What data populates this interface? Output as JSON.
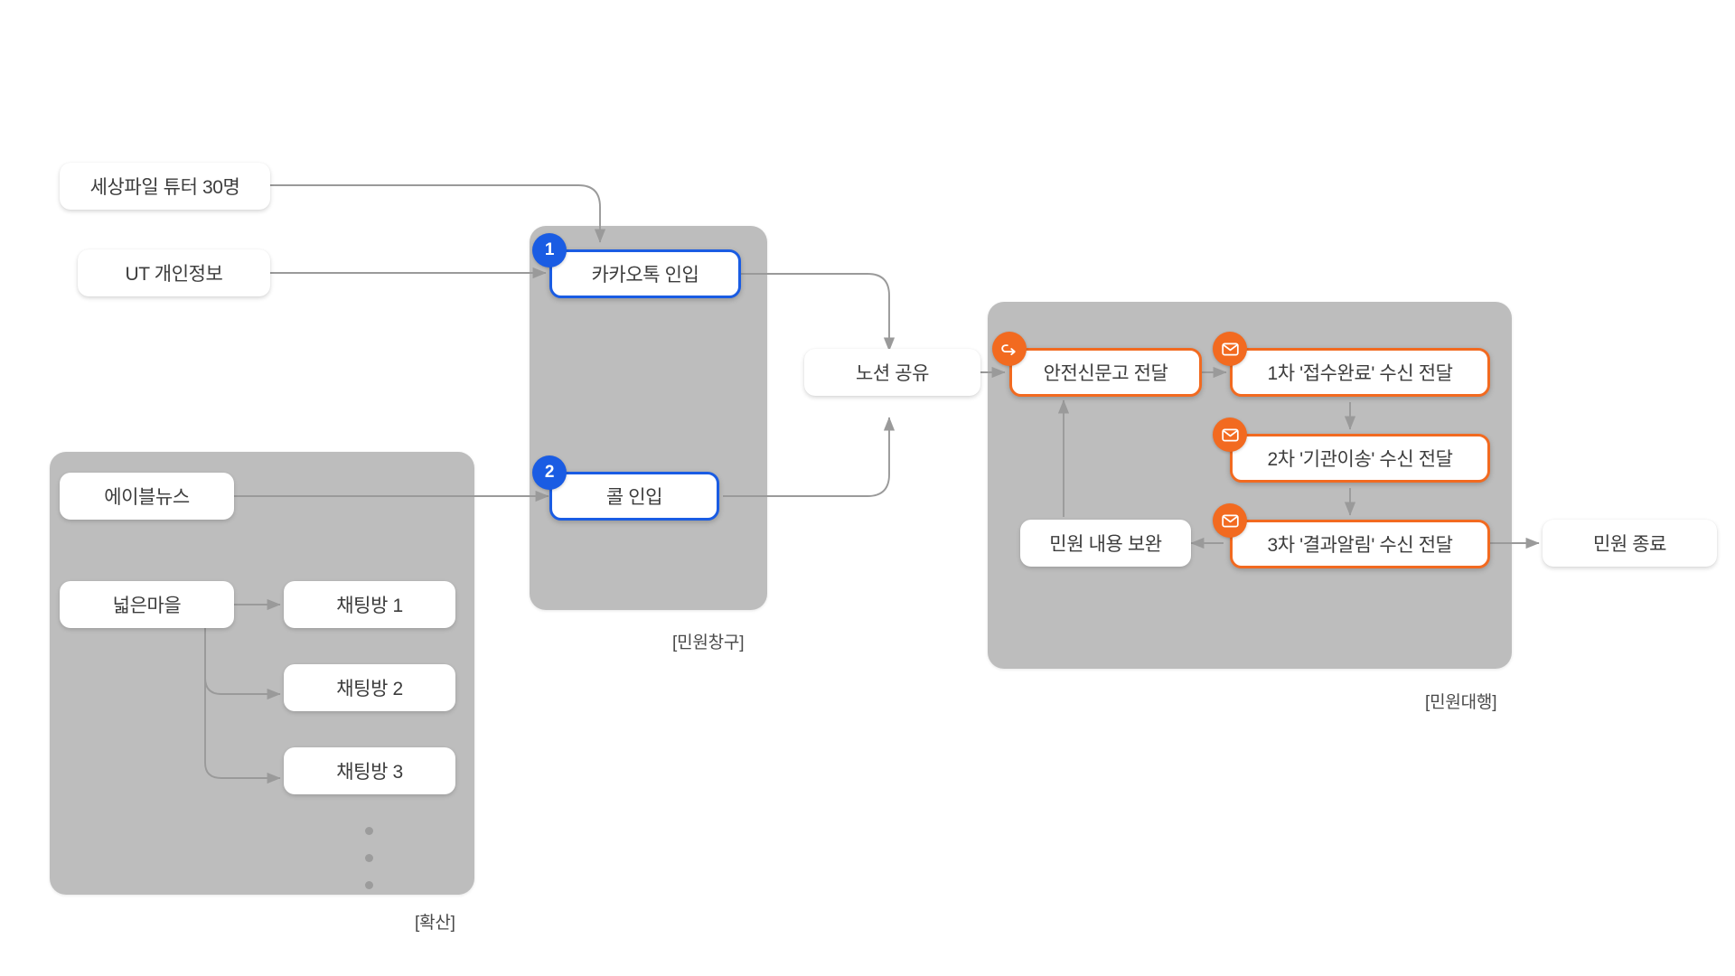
{
  "diagram": {
    "groups": [
      {
        "key": "spread",
        "label": "[확산]"
      },
      {
        "key": "counter",
        "label": "[민원창구]"
      },
      {
        "key": "agency",
        "label": "[민원대행]"
      }
    ],
    "sources": [
      {
        "key": "tutor",
        "label": "세상파일 튜터 30명"
      },
      {
        "key": "ut",
        "label": "UT 개인정보"
      }
    ],
    "spread": {
      "label": "[확산]",
      "nodes": [
        {
          "key": "ablenews",
          "label": "에이블뉴스"
        },
        {
          "key": "village",
          "label": "넓은마을"
        },
        {
          "key": "room1",
          "label": "채팅방 1"
        },
        {
          "key": "room2",
          "label": "채팅방 2"
        },
        {
          "key": "room3",
          "label": "채팅방 3"
        }
      ],
      "ellipsis": "•••"
    },
    "counter": {
      "label": "[민원창구]",
      "nodes": [
        {
          "key": "kakao",
          "badge": "1",
          "label": "카카오톡 인입"
        },
        {
          "key": "call",
          "badge": "2",
          "label": "콜 인입"
        }
      ]
    },
    "bridge": {
      "key": "notion",
      "label": "노션 공유"
    },
    "agency": {
      "label": "[민원대행]",
      "nodes": [
        {
          "key": "safety",
          "icon": "share-arrow-icon",
          "label": "안전신문고 전달"
        },
        {
          "key": "step1",
          "icon": "envelope-icon",
          "label": "1차 '접수완료' 수신 전달"
        },
        {
          "key": "step2",
          "icon": "envelope-icon",
          "label": "2차 '기관이송' 수신 전달"
        },
        {
          "key": "step3",
          "icon": "envelope-icon",
          "label": "3차 '결과알림' 수신 전달"
        },
        {
          "key": "amend",
          "icon": "",
          "label": "민원 내용 보완"
        }
      ]
    },
    "end": {
      "key": "close",
      "label": "민원 종료"
    },
    "colors": {
      "blue": "#1a5ce3",
      "orange": "#f26a20",
      "group_gray": "#bdbdbd",
      "edge_gray": "#9a9a9a",
      "node_text": "#3c3c3c",
      "canvas": "#ffffff"
    }
  }
}
